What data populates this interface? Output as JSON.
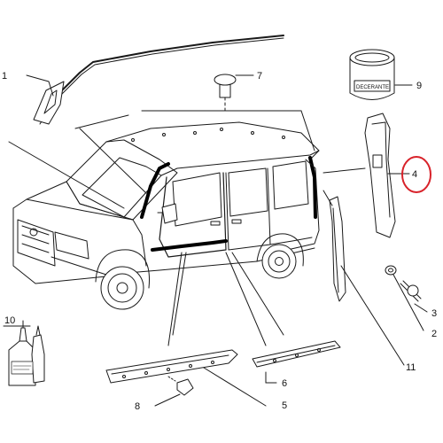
{
  "callouts": [
    {
      "id": "1",
      "text": "1"
    },
    {
      "id": "2",
      "text": "2"
    },
    {
      "id": "3",
      "text": "3"
    },
    {
      "id": "4",
      "text": "4"
    },
    {
      "id": "5",
      "text": "5"
    },
    {
      "id": "6",
      "text": "6"
    },
    {
      "id": "7",
      "text": "7"
    },
    {
      "id": "8",
      "text": "8"
    },
    {
      "id": "9",
      "text": "9"
    },
    {
      "id": "10",
      "text": "10"
    },
    {
      "id": "11",
      "text": "11"
    }
  ],
  "jar_label": "DECERANTE",
  "highlight_color": "#d8222a"
}
